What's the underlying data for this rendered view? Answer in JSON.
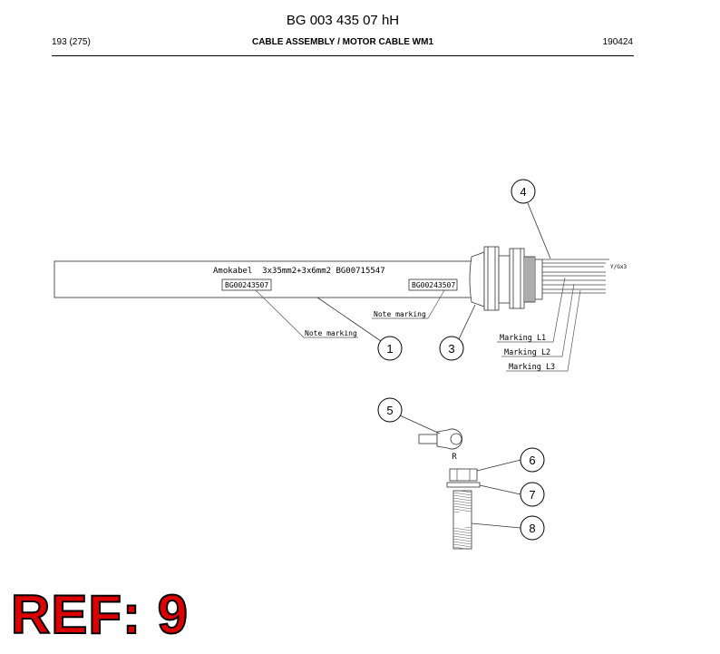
{
  "header": {
    "title": "BG 003 435 07 hH",
    "page": "193 (275)",
    "subtitle": "CABLE ASSEMBLY / MOTOR CABLE WM1",
    "date": "190424"
  },
  "drawing": {
    "cable_label": "Amokabel  3x35mm2+3x6mm2 BG00715547",
    "marker_left": "BG00243507",
    "marker_right": "BG00243507",
    "note_marking_1": "Note marking",
    "note_marking_2": "Note marking",
    "wire_label": "Y/Gx3",
    "marking_l1": "Marking L1",
    "marking_l2": "Marking L2",
    "marking_l3": "Marking L3",
    "lug_label": "R",
    "callouts": [
      "1",
      "3",
      "4",
      "5",
      "6",
      "7",
      "8"
    ]
  },
  "ref_stamp": "REF: 9"
}
